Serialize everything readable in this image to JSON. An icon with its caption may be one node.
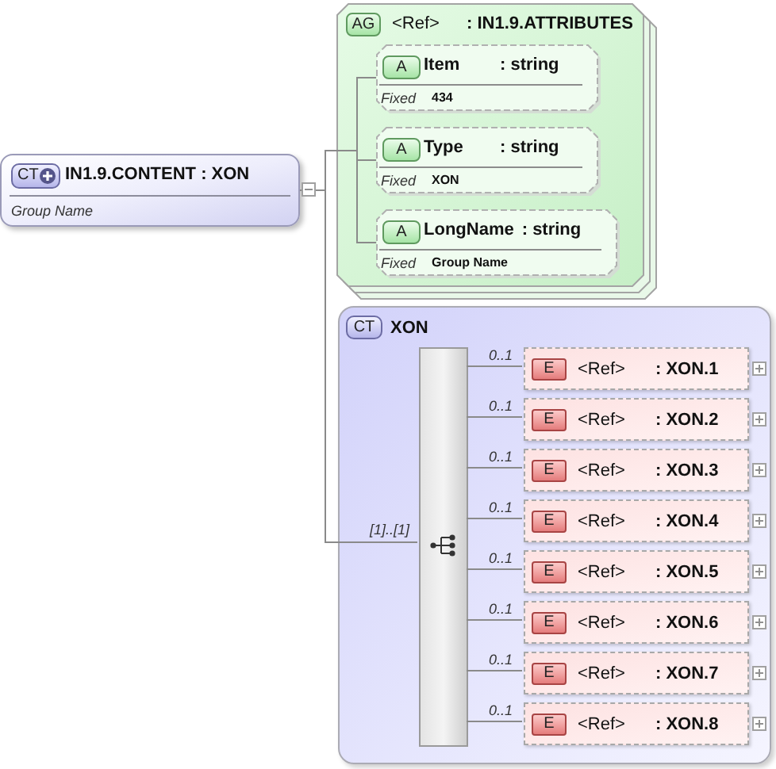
{
  "diagram": {
    "nodes": [
      {
        "text": [
          "CT",
          "IN1.9.CONTENT : XON",
          "Group Name"
        ]
      },
      {
        "text": [
          "AG",
          "<Ref>",
          ": IN1.9.ATTRIBUTES"
        ]
      },
      {
        "text": [
          "A",
          "Item",
          ": string",
          "Fixed",
          "434"
        ],
        "in": 1
      },
      {
        "text": [
          "A",
          "Type",
          ": string",
          "Fixed",
          "XON"
        ],
        "in": 1
      },
      {
        "text": [
          "A",
          "LongName",
          ": string",
          "Fixed",
          "Group Name"
        ],
        "in": 1
      },
      {
        "text": [
          "CT",
          "XON"
        ]
      },
      {
        "text": [],
        "shape": "bar",
        "in": 5
      },
      {
        "text": [
          "E",
          "<Ref>",
          ": XON.1"
        ],
        "in": 5
      },
      {
        "text": [
          "E",
          "<Ref>",
          ": XON.2"
        ],
        "in": 5
      },
      {
        "text": [
          "E",
          "<Ref>",
          ": XON.3"
        ],
        "in": 5
      },
      {
        "text": [
          "E",
          "<Ref>",
          ": XON.4"
        ],
        "in": 5
      },
      {
        "text": [
          "E",
          "<Ref>",
          ": XON.5"
        ],
        "in": 5
      },
      {
        "text": [
          "E",
          "<Ref>",
          ": XON.6"
        ],
        "in": 5
      },
      {
        "text": [
          "E",
          "<Ref>",
          ": XON.7"
        ],
        "in": 5
      },
      {
        "text": [
          "E",
          "<Ref>",
          ": XON.8"
        ],
        "in": 5
      }
    ],
    "edges": [
      {
        "from": 0,
        "to": 1,
        "arrow": "none"
      },
      {
        "from": 0,
        "to": 6,
        "arrow": "none",
        "label": "[1]..[1]"
      },
      {
        "from": 1,
        "to": 2,
        "arrow": "none"
      },
      {
        "from": 1,
        "to": 3,
        "arrow": "none"
      },
      {
        "from": 1,
        "to": 4,
        "arrow": "none"
      },
      {
        "from": 6,
        "to": 7,
        "arrow": "none",
        "label": "0..1"
      },
      {
        "from": 6,
        "to": 8,
        "arrow": "none",
        "label": "0..1"
      },
      {
        "from": 6,
        "to": 9,
        "arrow": "none",
        "label": "0..1"
      },
      {
        "from": 6,
        "to": 10,
        "arrow": "none",
        "label": "0..1"
      },
      {
        "from": 6,
        "to": 11,
        "arrow": "none",
        "label": "0..1"
      },
      {
        "from": 6,
        "to": 12,
        "arrow": "none",
        "label": "0..1"
      },
      {
        "from": 6,
        "to": 13,
        "arrow": "none",
        "label": "0..1"
      },
      {
        "from": 6,
        "to": 14,
        "arrow": "none",
        "label": "0..1"
      }
    ]
  }
}
